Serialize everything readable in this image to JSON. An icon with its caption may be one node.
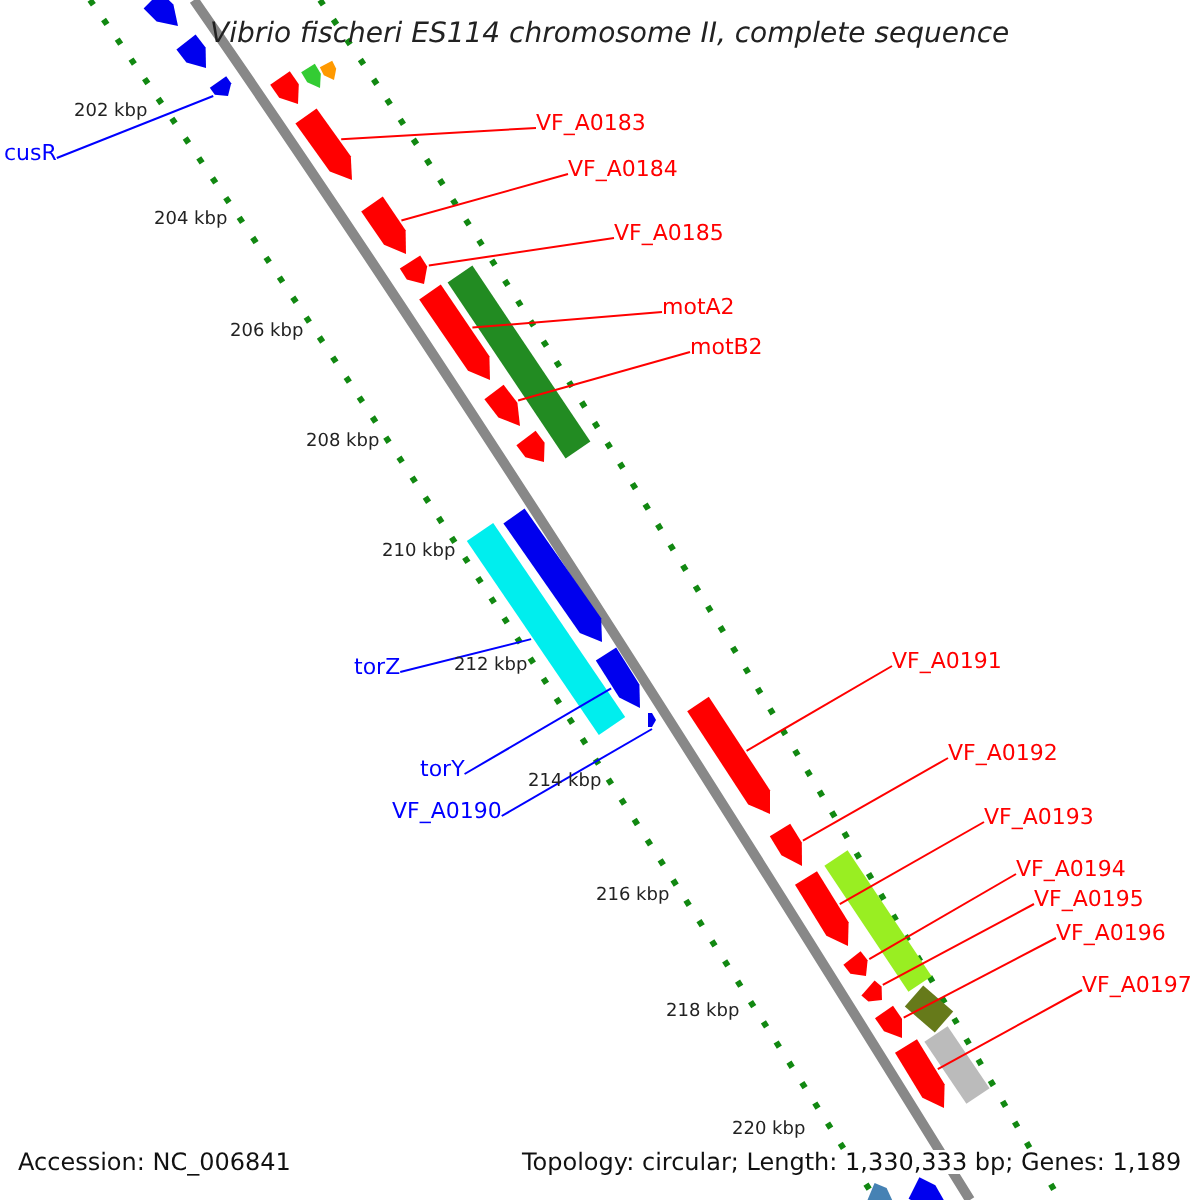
{
  "diagram": {
    "title": "Vibrio fischeri ES114 chromosome II, complete sequence",
    "nodes": [
      {
        "text": [
          "cusR"
        ]
      },
      {
        "text": [],
        "shape": "arrow"
      },
      {
        "text": [
          "VF_A0183"
        ]
      },
      {
        "text": [],
        "shape": "arrow"
      },
      {
        "text": [
          "VF_A0184"
        ]
      },
      {
        "text": [],
        "shape": "arrow"
      },
      {
        "text": [
          "VF_A0185"
        ]
      },
      {
        "text": [],
        "shape": "arrow"
      },
      {
        "text": [
          "motA2"
        ]
      },
      {
        "text": [],
        "shape": "arrow"
      },
      {
        "text": [
          "motB2"
        ]
      },
      {
        "text": [],
        "shape": "arrow"
      },
      {
        "text": [
          "torZ"
        ]
      },
      {
        "text": [],
        "shape": "bar"
      },
      {
        "text": [
          "torY"
        ]
      },
      {
        "text": [],
        "shape": "arrow"
      },
      {
        "text": [
          "VF_A0190"
        ]
      },
      {
        "text": [],
        "shape": "arrow"
      },
      {
        "text": [
          "VF_A0191"
        ]
      },
      {
        "text": [],
        "shape": "arrow"
      },
      {
        "text": [
          "VF_A0192"
        ]
      },
      {
        "text": [],
        "shape": "arrow"
      },
      {
        "text": [
          "VF_A0193"
        ]
      },
      {
        "text": [],
        "shape": "arrow"
      },
      {
        "text": [
          "VF_A0194"
        ]
      },
      {
        "text": [],
        "shape": "arrow"
      },
      {
        "text": [
          "VF_A0195"
        ]
      },
      {
        "text": [],
        "shape": "arrow"
      },
      {
        "text": [
          "VF_A0196"
        ]
      },
      {
        "text": [],
        "shape": "arrow"
      },
      {
        "text": [
          "VF_A0197"
        ]
      },
      {
        "text": [],
        "shape": "arrow"
      },
      {
        "text": [],
        "shape": "arrow"
      },
      {
        "text": [],
        "shape": "arrow"
      },
      {
        "text": [],
        "shape": "arrow"
      },
      {
        "text": [],
        "shape": "arrow"
      },
      {
        "text": [],
        "shape": "arrow"
      },
      {
        "text": [],
        "shape": "bar"
      },
      {
        "text": [],
        "shape": "arrow"
      },
      {
        "text": [],
        "shape": "arrow"
      },
      {
        "text": [],
        "shape": "bar"
      },
      {
        "text": [],
        "shape": "bar"
      },
      {
        "text": [],
        "shape": "bar"
      },
      {
        "text": [],
        "shape": "arrow"
      },
      {
        "text": [],
        "shape": "arrow"
      }
    ],
    "edges": [
      {
        "from": 0,
        "to": 1,
        "arrow": "none",
        "color": "#0000ff"
      },
      {
        "from": 2,
        "to": 3,
        "arrow": "none"
      },
      {
        "from": 4,
        "to": 5,
        "arrow": "none"
      },
      {
        "from": 6,
        "to": 7,
        "arrow": "none"
      },
      {
        "from": 8,
        "to": 9,
        "arrow": "none"
      },
      {
        "from": 10,
        "to": 11,
        "arrow": "none"
      },
      {
        "from": 12,
        "to": 13,
        "arrow": "none",
        "color": "#0000ff"
      },
      {
        "from": 14,
        "to": 15,
        "arrow": "none",
        "color": "#0000ff"
      },
      {
        "from": 16,
        "to": 17,
        "arrow": "none",
        "color": "#0000ff"
      },
      {
        "from": 18,
        "to": 19,
        "arrow": "none"
      },
      {
        "from": 20,
        "to": 21,
        "arrow": "none"
      },
      {
        "from": 22,
        "to": 23,
        "arrow": "none"
      },
      {
        "from": 24,
        "to": 25,
        "arrow": "none"
      },
      {
        "from": 26,
        "to": 27,
        "arrow": "none"
      },
      {
        "from": 28,
        "to": 29,
        "arrow": "none"
      },
      {
        "from": 30,
        "to": 31,
        "arrow": "none"
      }
    ],
    "labels": [
      "202 kbp",
      "204 kbp",
      "206 kbp",
      "208 kbp",
      "210 kbp",
      "212 kbp",
      "214 kbp",
      "216 kbp",
      "218 kbp",
      "220 kbp",
      "Accession: NC_006841",
      "Topology: circular; Length: 1,330,333 bp; Genes: 1,189"
    ]
  }
}
